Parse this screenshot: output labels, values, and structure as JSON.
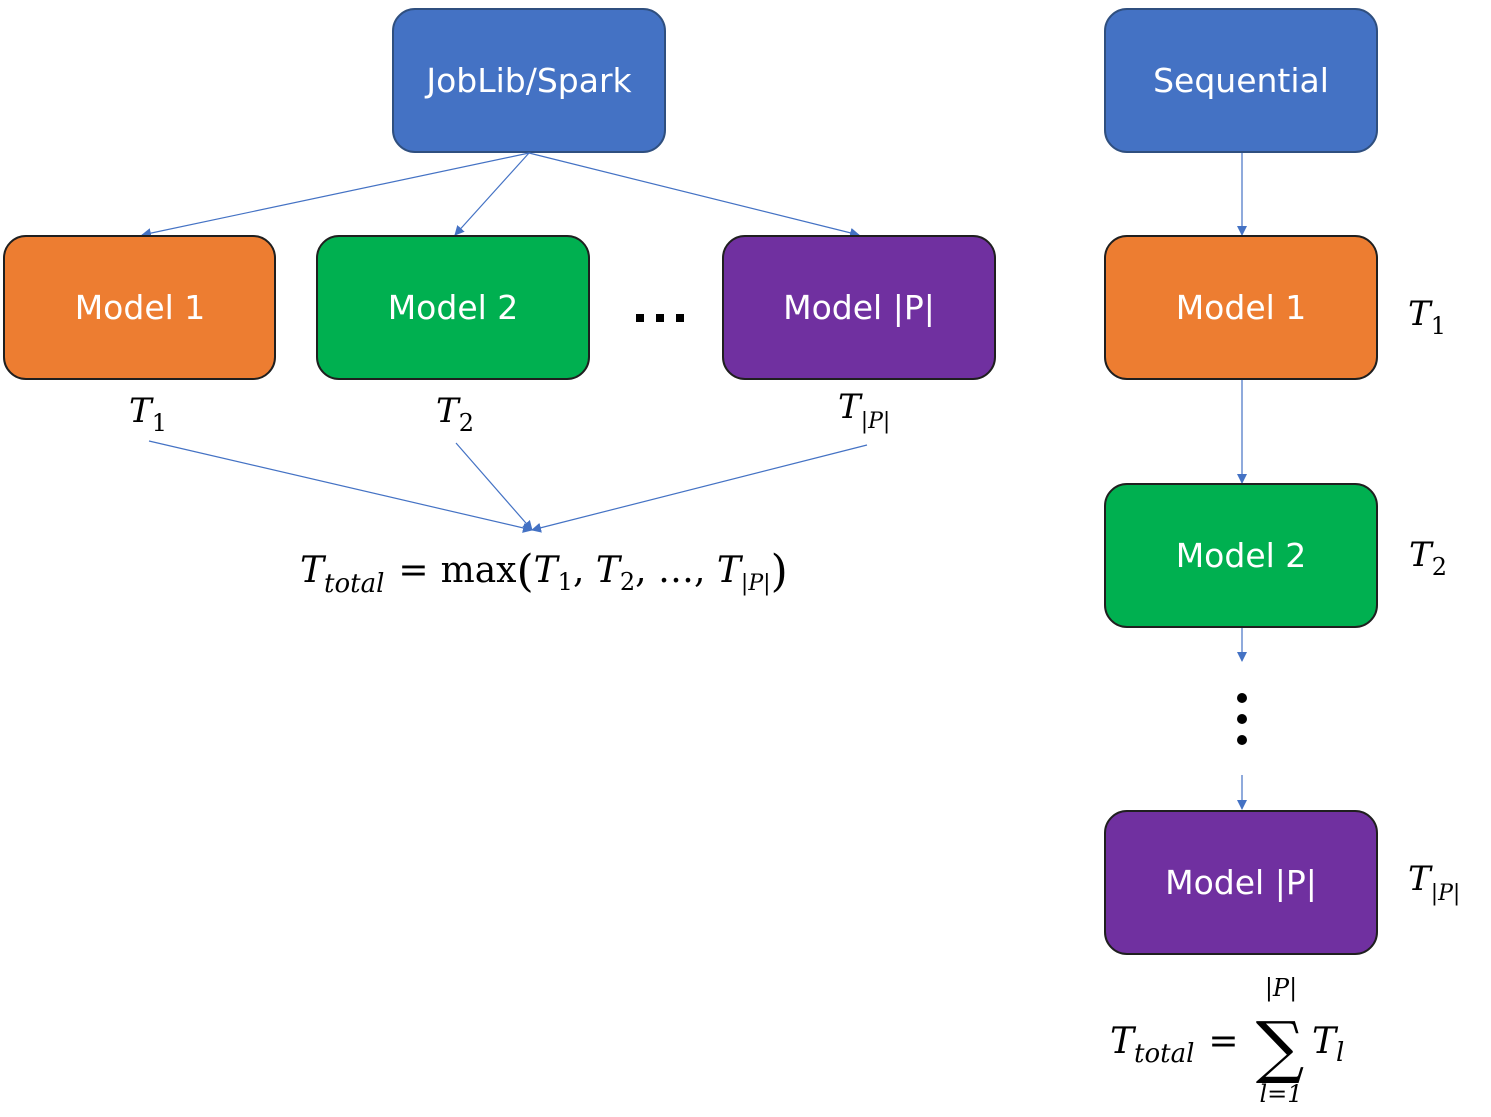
{
  "parallel": {
    "root_label": "JobLib/Spark",
    "models": [
      {
        "label": "Model 1",
        "color": "#ED7D31",
        "time": {
          "base": "T",
          "sub": "1"
        }
      },
      {
        "label": "Model 2",
        "color": "#00B050",
        "time": {
          "base": "T",
          "sub": "2"
        }
      },
      {
        "label": "Model |P|",
        "color": "#7030A0",
        "time": {
          "base": "T",
          "sub": "|P|"
        }
      }
    ],
    "ellipsis": "...",
    "formula": {
      "lhs_base": "T",
      "lhs_sub": "total",
      "eq": "=",
      "func": "max",
      "args": [
        {
          "base": "T",
          "sub": "1"
        },
        {
          "base": "T",
          "sub": "2"
        },
        {
          "text": "…"
        },
        {
          "base": "T",
          "sub": "|P|"
        }
      ]
    }
  },
  "sequential": {
    "root_label": "Sequential",
    "models": [
      {
        "label": "Model 1",
        "color": "#ED7D31",
        "time": {
          "base": "T",
          "sub": "1"
        }
      },
      {
        "label": "Model 2",
        "color": "#00B050",
        "time": {
          "base": "T",
          "sub": "2"
        }
      },
      {
        "label": "Model |P|",
        "color": "#7030A0",
        "time": {
          "base": "T",
          "sub": "|P|"
        }
      }
    ],
    "formula": {
      "lhs_base": "T",
      "lhs_sub": "total",
      "eq": "=",
      "sum_upper": "|P|",
      "sum_lower": "l=1",
      "sum_symbol": "∑",
      "term_base": "T",
      "term_sub": "l"
    }
  },
  "colors": {
    "root": "#4472C4",
    "arrow": "#4472C4",
    "box_border": "#1F1F1F"
  }
}
